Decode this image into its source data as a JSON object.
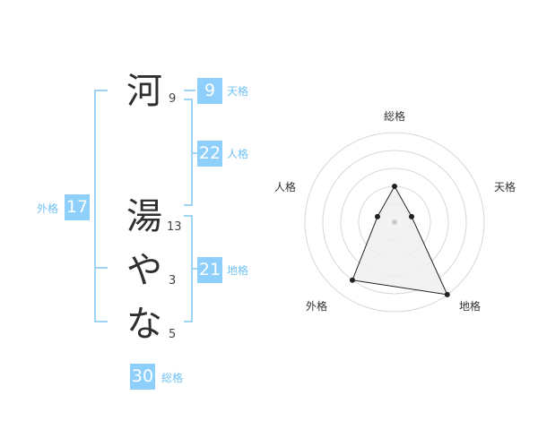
{
  "name": {
    "characters": [
      {
        "char": "河",
        "strokes": "9"
      },
      {
        "char": "湯",
        "strokes": "13"
      },
      {
        "char": "や",
        "strokes": "3"
      },
      {
        "char": "な",
        "strokes": "5"
      }
    ]
  },
  "kakusuu": {
    "tenkaku": {
      "value": "9",
      "label": "天格"
    },
    "jinkaku": {
      "value": "22",
      "label": "人格"
    },
    "chikaku": {
      "value": "21",
      "label": "地格"
    },
    "gaikaku": {
      "value": "17",
      "label": "外格"
    },
    "soukaku": {
      "value": "30",
      "label": "総格"
    }
  },
  "radar": {
    "labels": {
      "sou": "総格",
      "ten": "天格",
      "chi": "地格",
      "gai": "外格",
      "jin": "人格"
    },
    "rings": 5,
    "levels": {
      "sou": 0.4,
      "ten": 0.2,
      "chi": 1.0,
      "gai": 0.8,
      "jin": 0.2
    },
    "colors": {
      "ring": "#d7d7d7",
      "fill": "#f0f0f0",
      "stroke": "#222222",
      "center": "#cccccc"
    }
  },
  "colors": {
    "accent": "#8ed0fb",
    "accent_text": "#70c1f4",
    "bracket": "#9fd4f7"
  }
}
